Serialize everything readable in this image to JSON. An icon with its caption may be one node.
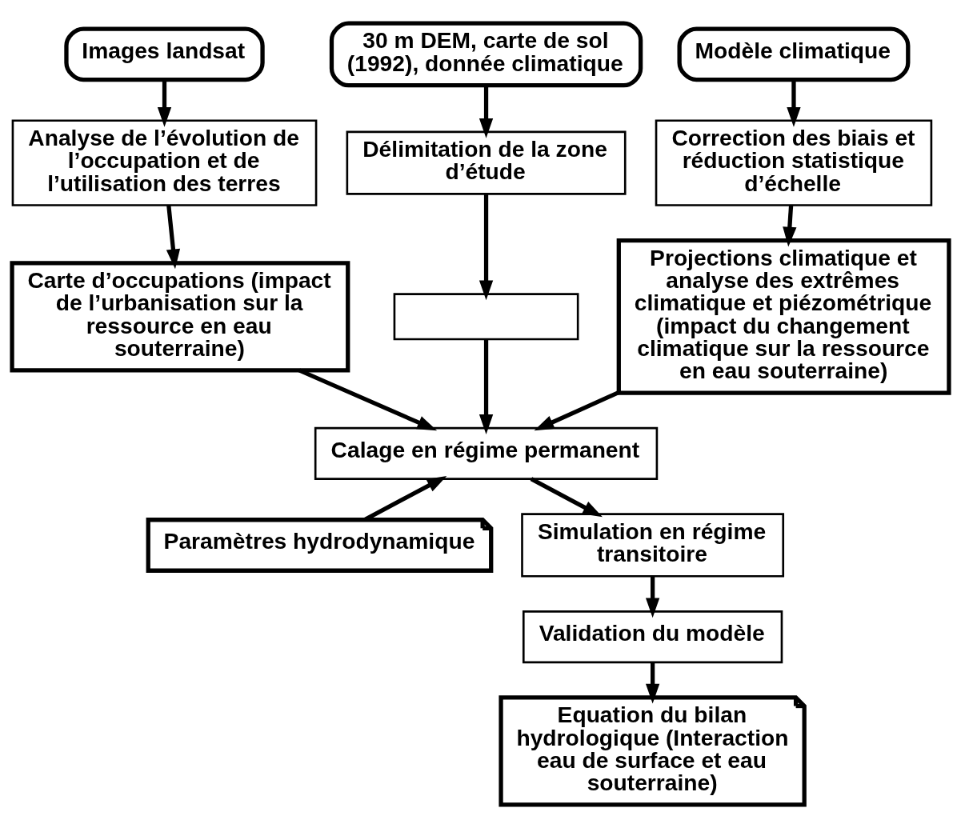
{
  "diagram": {
    "nodes": [
      {
        "text": [
          "Images landsat"
        ]
      },
      {
        "text": [
          "30 m DEM, carte de sol (1992), donnée climatique"
        ]
      },
      {
        "text": [
          "Modèle climatique"
        ]
      },
      {
        "text": [
          "Analyse de l’évolution de l’occupation et de l’utilisation des terres"
        ]
      },
      {
        "text": [
          "Délimitation de la zone d’étude"
        ]
      },
      {
        "text": [
          "Correction des biais et réduction statistique d’échelle"
        ]
      },
      {
        "text": [
          "Carte d’occupations (impact de l’urbanisation sur la ressource en eau souterraine)"
        ]
      },
      {
        "text": [],
        "shape": "box"
      },
      {
        "text": [
          "Projections climatique et analyse des extrêmes climatique et piézométrique (impact du changement climatique sur la ressource en eau souterraine)"
        ]
      },
      {
        "text": [
          "Calage en régime permanent"
        ]
      },
      {
        "text": [
          "Paramètres hydrodynamique"
        ]
      },
      {
        "text": [
          "Simulation en régime transitoire"
        ]
      },
      {
        "text": [
          "Validation du modèle"
        ]
      },
      {
        "text": [
          "Equation du bilan hydrologique (Interaction eau de surface et eau souterraine)"
        ]
      }
    ],
    "edges": [
      {
        "from": 0,
        "to": 3,
        "arrow": "to"
      },
      {
        "from": 1,
        "to": 4,
        "arrow": "to"
      },
      {
        "from": 2,
        "to": 5,
        "arrow": "to"
      },
      {
        "from": 3,
        "to": 6,
        "arrow": "to"
      },
      {
        "from": 4,
        "to": 7,
        "arrow": "to"
      },
      {
        "from": 5,
        "to": 8,
        "arrow": "to"
      },
      {
        "from": 7,
        "to": 9,
        "arrow": "to"
      },
      {
        "from": 6,
        "to": 9,
        "arrow": "to"
      },
      {
        "from": 8,
        "to": 9,
        "arrow": "to"
      },
      {
        "from": 10,
        "to": 9,
        "arrow": "to"
      },
      {
        "from": 9,
        "to": 11,
        "arrow": "to"
      },
      {
        "from": 11,
        "to": 12,
        "arrow": "to"
      },
      {
        "from": 12,
        "to": 13,
        "arrow": "to"
      }
    ]
  }
}
